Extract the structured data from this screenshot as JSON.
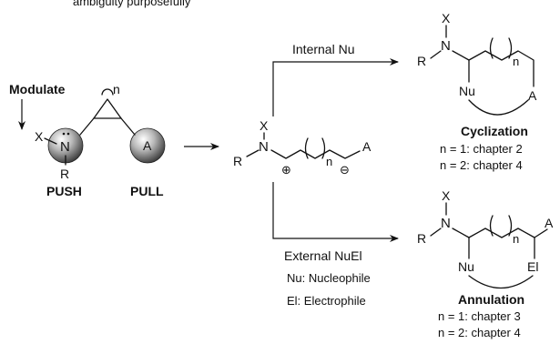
{
  "header": {
    "text": "ambiguity purposefully"
  },
  "left": {
    "modulate": "Modulate",
    "x": "X",
    "n_atom": "N",
    "r": "R",
    "ring_n": "n",
    "a_atom": "A",
    "push": "PUSH",
    "pull": "PULL"
  },
  "middle": {
    "x": "X",
    "n_atom": "N",
    "r": "R",
    "chain_n": "n",
    "a_atom": "A",
    "plus": "⊕",
    "minus": "⊖"
  },
  "branches": {
    "internal_label": "Internal Nu",
    "external_label": "External NuEl",
    "nu_def": "Nu: Nucleophile",
    "el_def": "El: Electrophile"
  },
  "top_product": {
    "x": "X",
    "n_atom": "N",
    "r": "R",
    "n": "n",
    "nu": "Nu",
    "a": "A",
    "title": "Cyclization",
    "line1": "n = 1: chapter 2",
    "line2": "n = 2: chapter 4"
  },
  "bottom_product": {
    "x": "X",
    "n_atom": "N",
    "r": "R",
    "n": "n",
    "a": "A",
    "nu": "Nu",
    "el": "El",
    "title": "Annulation",
    "line1": "n = 1: chapter 3",
    "line2": "n = 2: chapter 4"
  }
}
